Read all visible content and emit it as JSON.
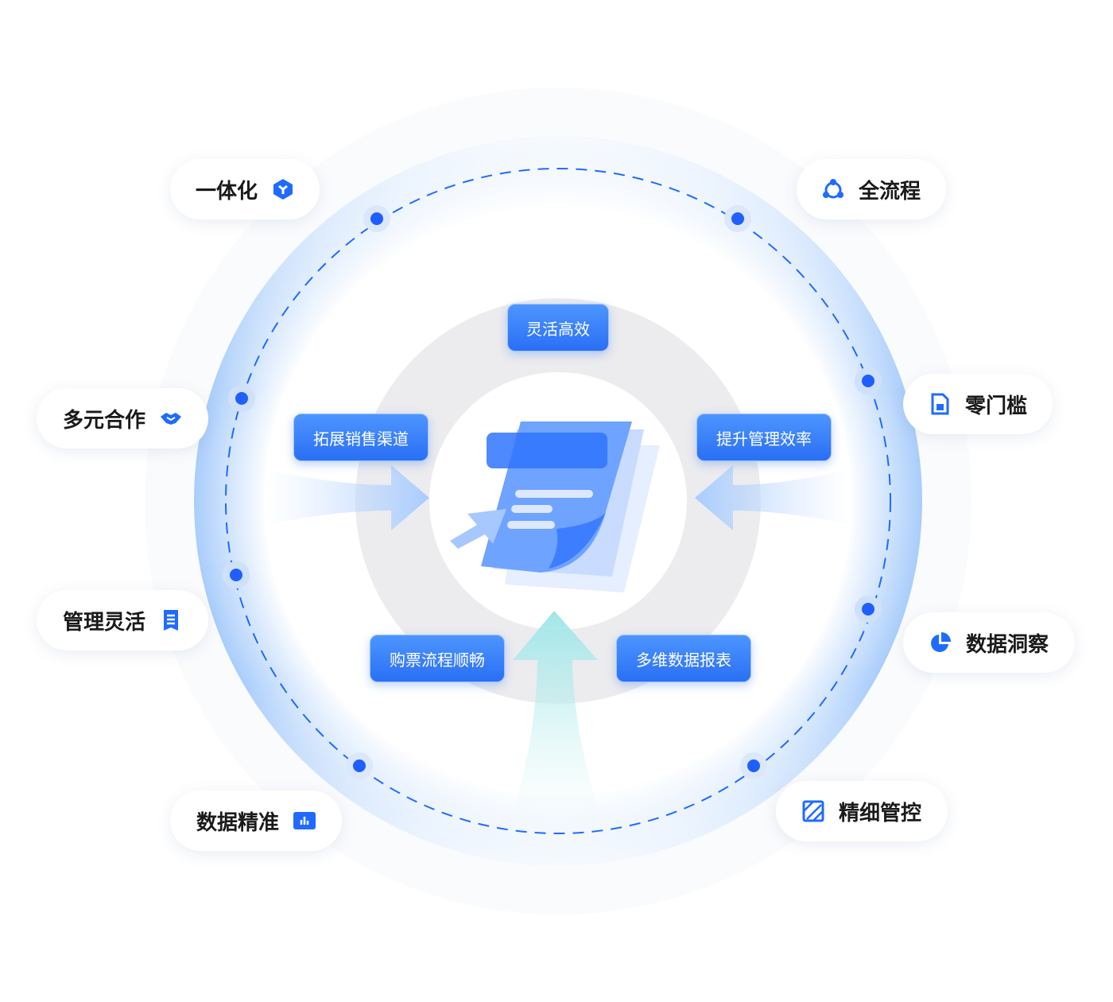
{
  "outer_features": [
    {
      "label": "一体化",
      "icon": "cube-icon"
    },
    {
      "label": "全流程",
      "icon": "cycle-icon"
    },
    {
      "label": "多元合作",
      "icon": "handshake-icon"
    },
    {
      "label": "零门槛",
      "icon": "document-icon"
    },
    {
      "label": "管理灵活",
      "icon": "receipt-icon"
    },
    {
      "label": "数据洞察",
      "icon": "pie-chart-icon"
    },
    {
      "label": "数据精准",
      "icon": "bar-chart-icon"
    },
    {
      "label": "精细管控",
      "icon": "grid-edit-icon"
    }
  ],
  "inner_benefits": [
    "灵活高效",
    "拓展销售渠道",
    "提升管理效率",
    "购票流程顺畅",
    "多维数据报表"
  ],
  "colors": {
    "accent": "#1f6bff",
    "teal": "#7de0e0"
  }
}
